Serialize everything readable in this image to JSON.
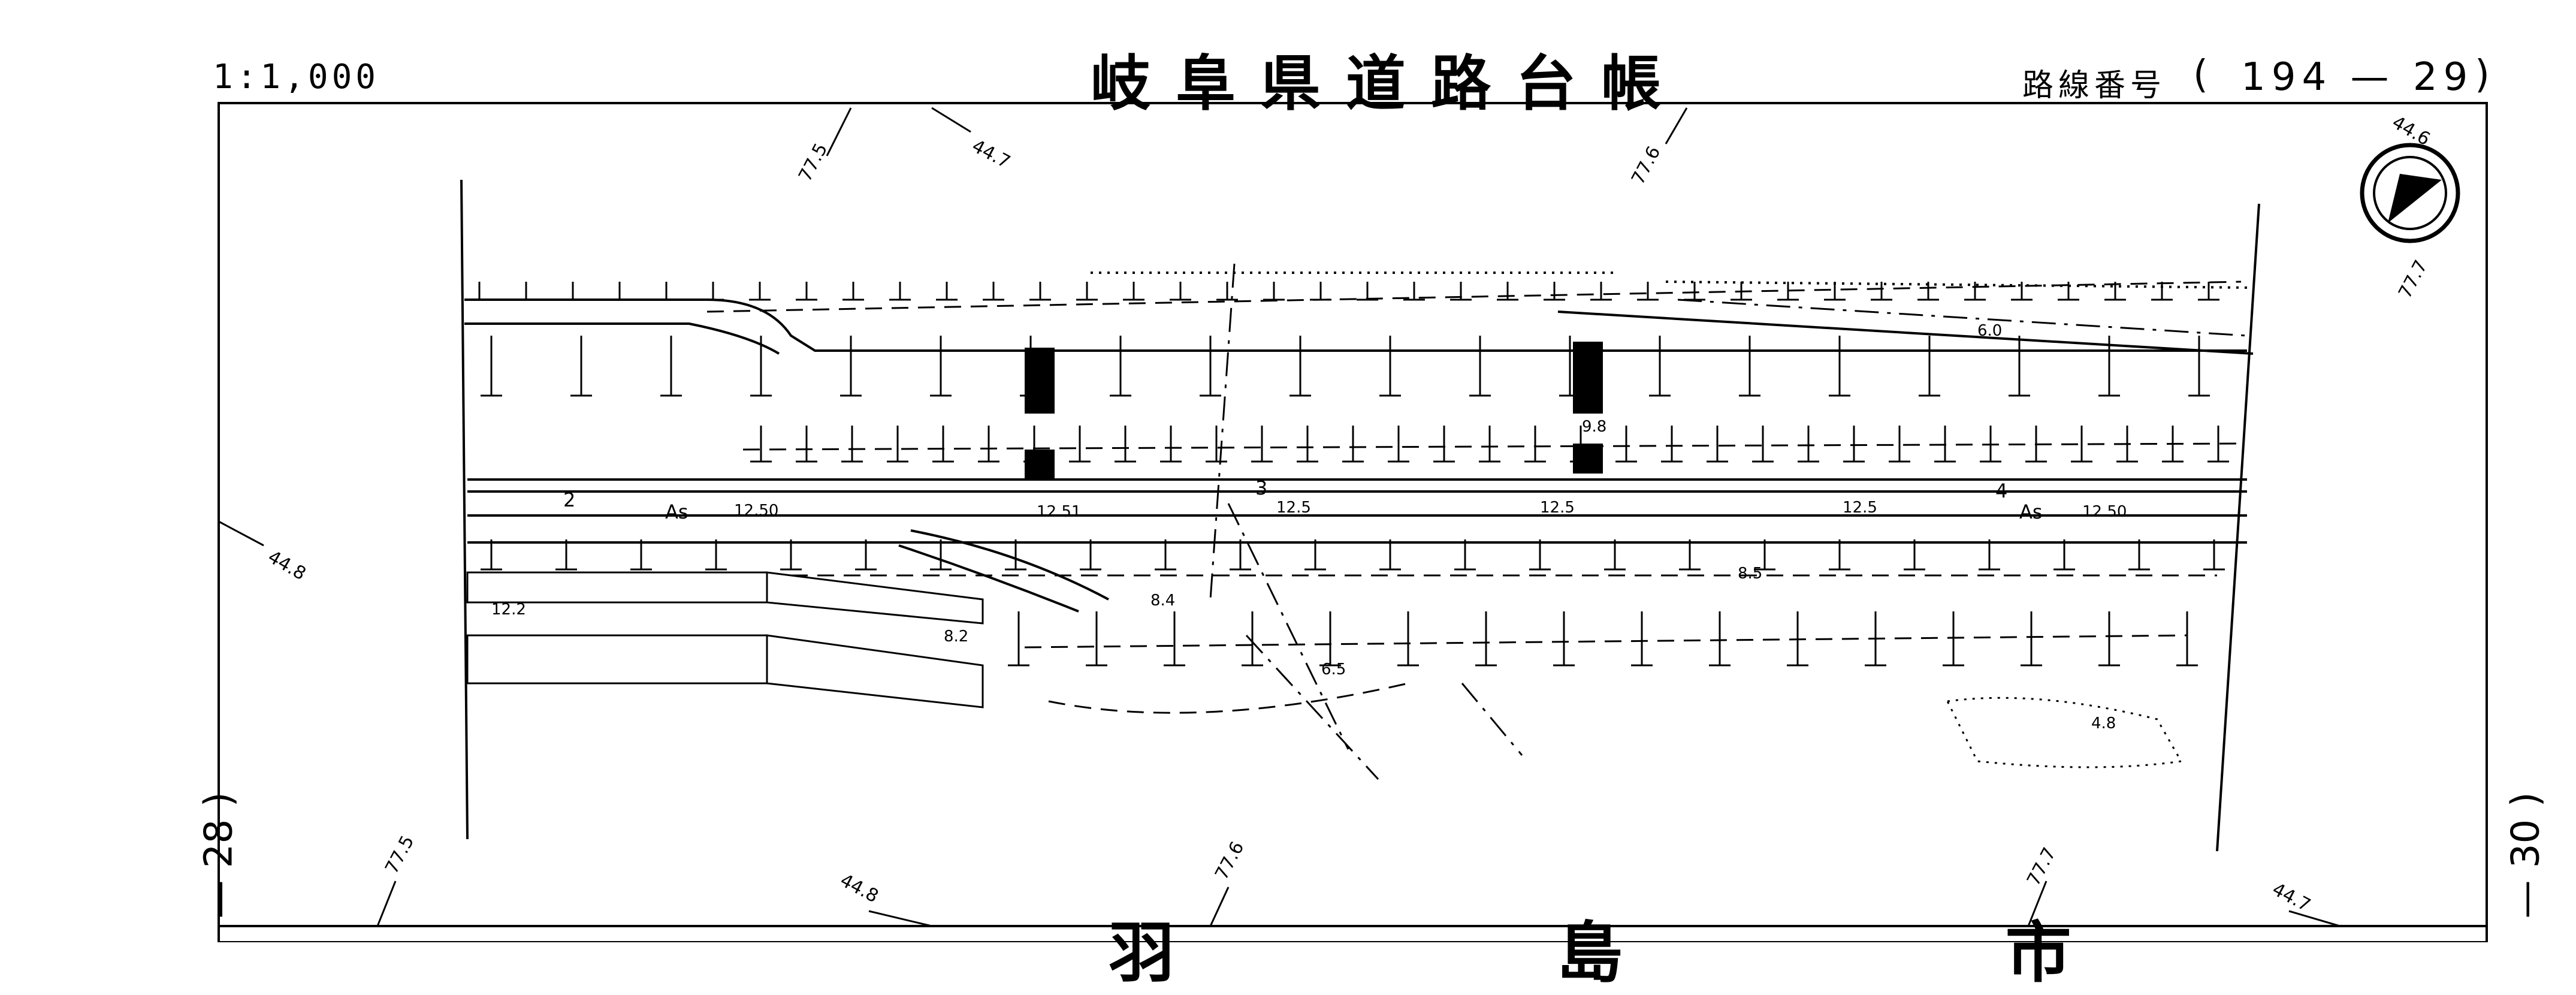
{
  "header": {
    "scale": "1:1,000",
    "title": "岐阜県道路台帳",
    "route_label": "路線番号",
    "route_open": "(",
    "route_number": "194 — 29",
    "route_close": ")"
  },
  "sheet_refs": {
    "left": "— 28 )",
    "right": "— 30 )"
  },
  "bottom_text": "羽 島 市",
  "contours": [
    "77.5",
    "44.7",
    "77.6",
    "44.6",
    "77.7",
    "44.8",
    "77.5",
    "44.8",
    "77.6",
    "77.7",
    "44.7"
  ],
  "stations": [
    "2",
    "3",
    "4"
  ],
  "surface": [
    "As",
    "As"
  ],
  "widths": [
    "12.50",
    "12.51",
    "12.5",
    "12.5",
    "12.5",
    "12.50"
  ],
  "elevations": [
    "6.0",
    "9.8",
    "8.5",
    "8.4",
    "8.2",
    "6.5",
    "12.2",
    "4.8"
  ],
  "icons": {
    "north": "north-arrow-icon"
  }
}
